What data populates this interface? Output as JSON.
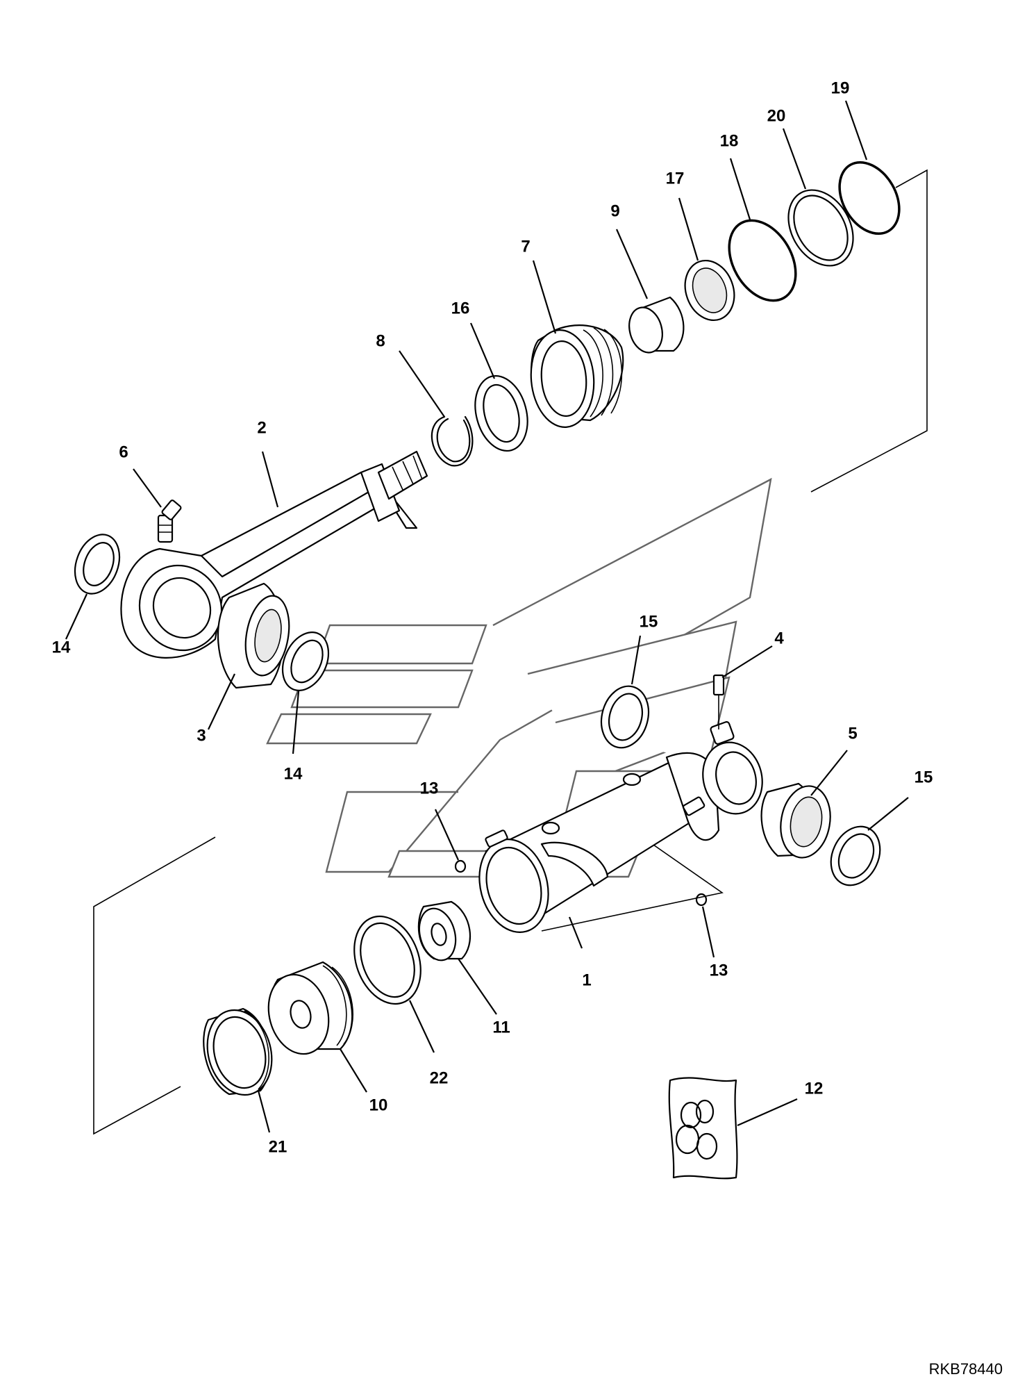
{
  "diagram": {
    "drawing_code": "RKB78440",
    "callouts": [
      {
        "id": "c1",
        "label": "1"
      },
      {
        "id": "c2",
        "label": "2"
      },
      {
        "id": "c3",
        "label": "3"
      },
      {
        "id": "c4",
        "label": "4"
      },
      {
        "id": "c5",
        "label": "5"
      },
      {
        "id": "c6",
        "label": "6"
      },
      {
        "id": "c7",
        "label": "7"
      },
      {
        "id": "c8",
        "label": "8"
      },
      {
        "id": "c9",
        "label": "9"
      },
      {
        "id": "c10",
        "label": "10"
      },
      {
        "id": "c11",
        "label": "11"
      },
      {
        "id": "c12",
        "label": "12"
      },
      {
        "id": "c13a",
        "label": "13"
      },
      {
        "id": "c13b",
        "label": "13"
      },
      {
        "id": "c14a",
        "label": "14"
      },
      {
        "id": "c14b",
        "label": "14"
      },
      {
        "id": "c15a",
        "label": "15"
      },
      {
        "id": "c15b",
        "label": "15"
      },
      {
        "id": "c16",
        "label": "16"
      },
      {
        "id": "c17",
        "label": "17"
      },
      {
        "id": "c18",
        "label": "18"
      },
      {
        "id": "c19",
        "label": "19"
      },
      {
        "id": "c20",
        "label": "20"
      },
      {
        "id": "c21",
        "label": "21"
      },
      {
        "id": "c22",
        "label": "22"
      }
    ]
  }
}
